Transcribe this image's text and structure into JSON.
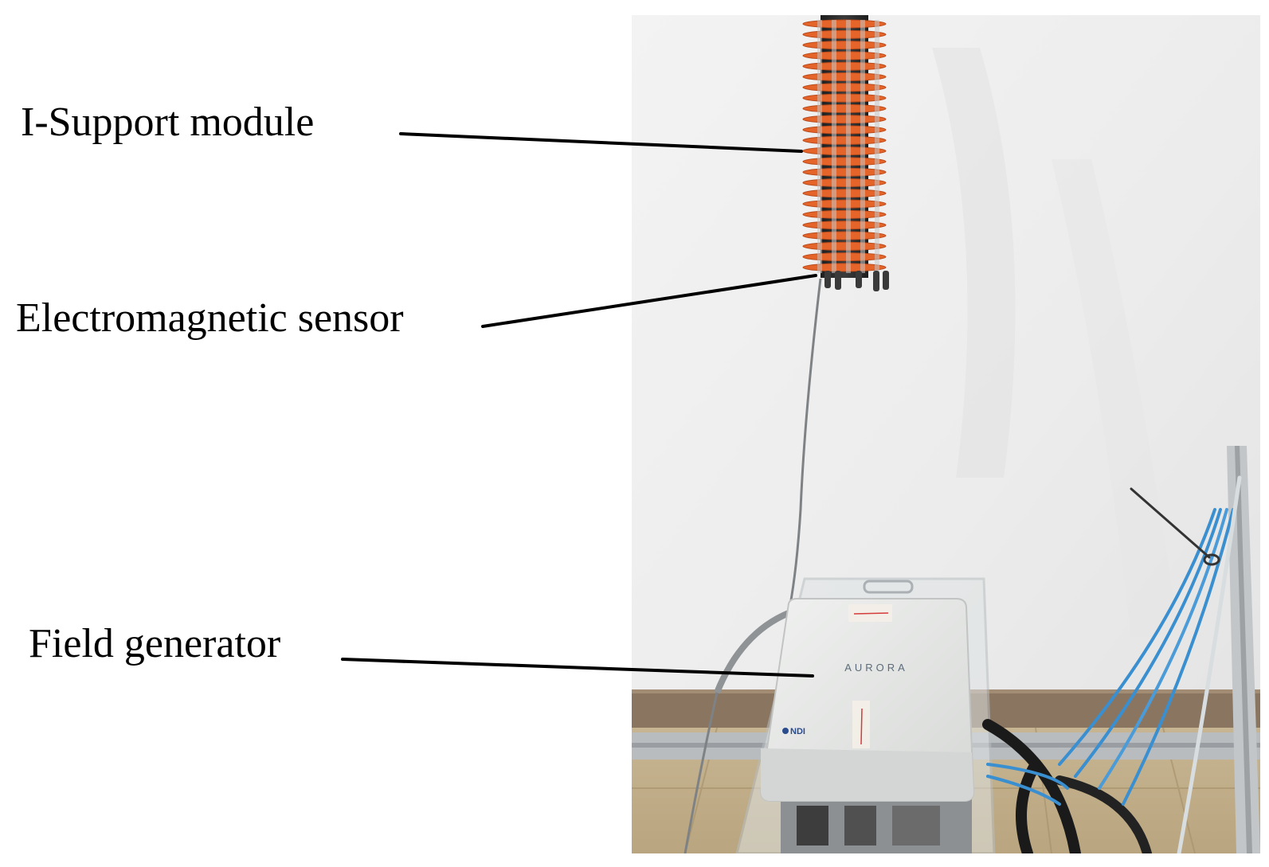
{
  "labels": {
    "support": "I-Support module",
    "sensor": "Electromagnetic sensor",
    "field": "Field generator"
  },
  "device": {
    "brand": "AURORA",
    "maker": "NDI"
  },
  "colors": {
    "wall": "#efefef",
    "floor": "#c9b794",
    "baseboard": "#8a7560",
    "module_orange": "#e4642a",
    "module_dark": "#2b2b2b",
    "generator_body": "#e6e7e6",
    "tube_blue": "#3a8fd0",
    "cable_black": "#1a1a1a",
    "leader_line": "#000000"
  }
}
